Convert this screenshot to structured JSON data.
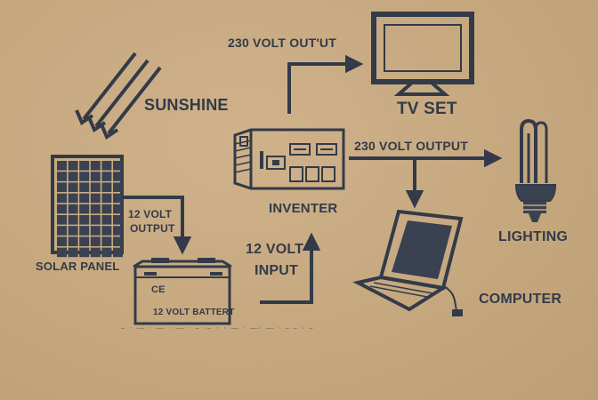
{
  "labels": {
    "sunshine": "SUNSHINE",
    "solar_panel": "SOLAR PANEL",
    "panel_output_line1": "12 VOLT",
    "panel_output_line2": "OUTPUT",
    "battery": "12 VOLT BATTERT",
    "battery_mark": "CE",
    "inverter_input_line1": "12 VOLT",
    "inverter_input_line2": "INPUT",
    "inverter": "INVENTER",
    "tv_output": "230 VOLT  OUT'UT",
    "tv": "TV  SET",
    "light_output": "230 VOLT  OUTPUT",
    "lighting": "LIGHTING",
    "computer": "COMPUTER",
    "footer_print": "— · —— · —— · ——  · — ·— · · —— · ——· —— · — — · —"
  },
  "colors": {
    "ink": "#333a48",
    "board": "#c8aa82",
    "panel_bg": "#c6a87f"
  },
  "icons": [
    "sunshine-rays-icon",
    "solar-panel-icon",
    "battery-icon",
    "inverter-icon",
    "tv-icon",
    "laptop-icon",
    "cfl-bulb-icon"
  ]
}
